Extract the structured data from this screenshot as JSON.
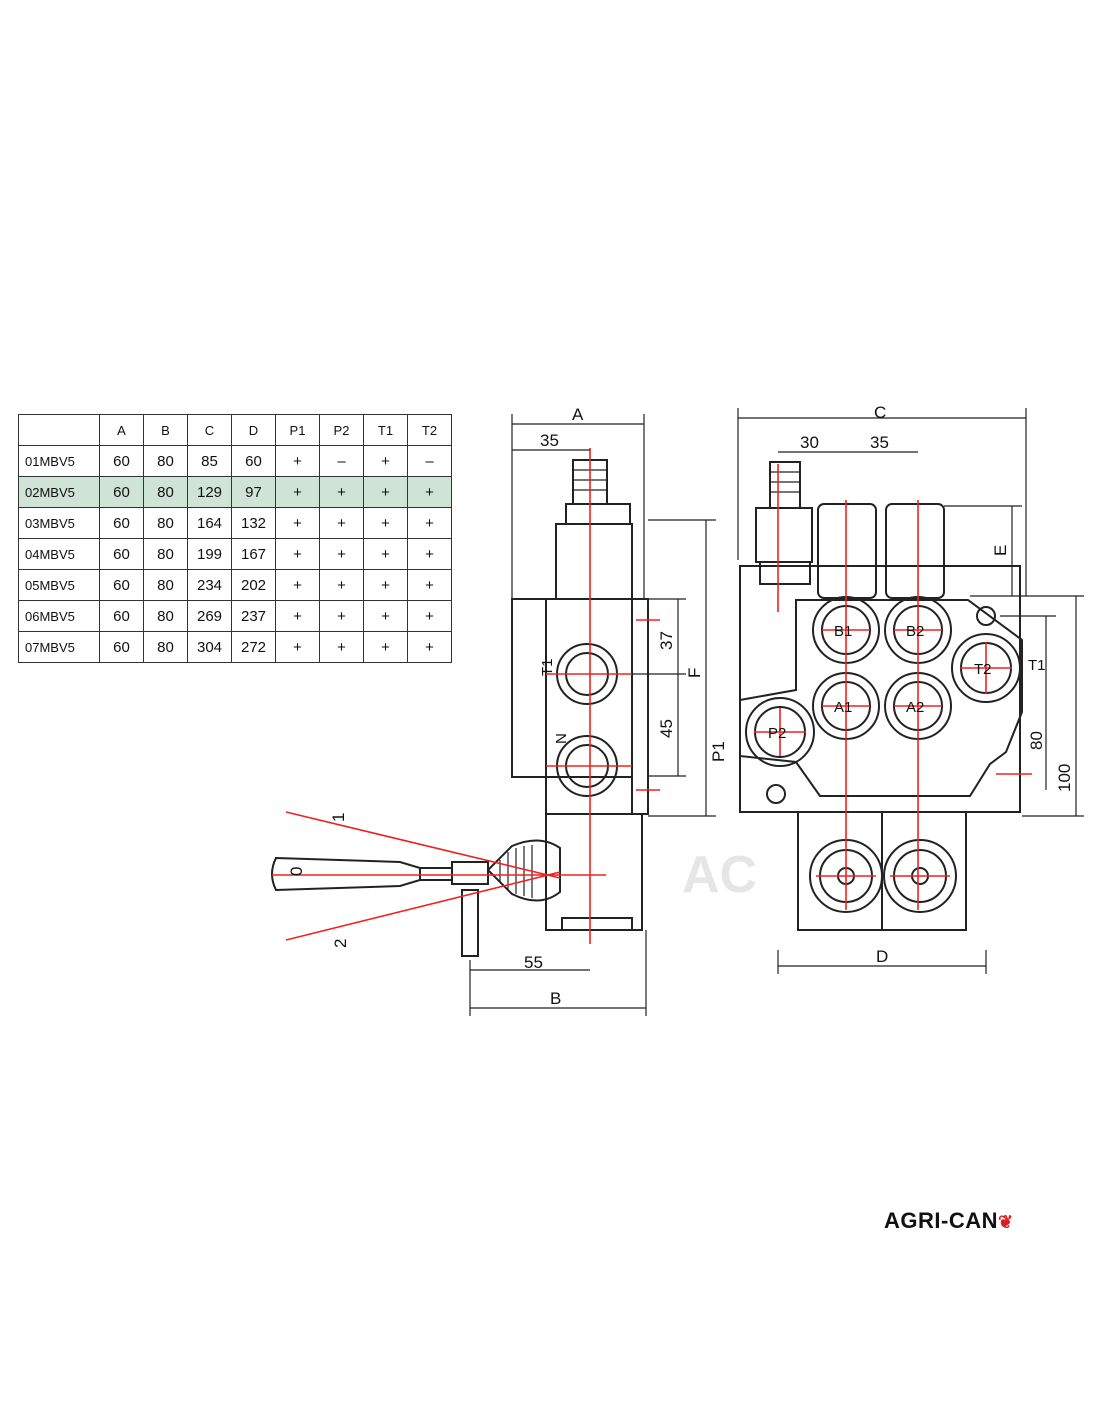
{
  "table": {
    "headers": [
      "",
      "A",
      "B",
      "C",
      "D",
      "P1",
      "P2",
      "T1",
      "T2"
    ],
    "rows": [
      {
        "model": "01MBV5",
        "A": "60",
        "B": "80",
        "C": "85",
        "D": "60",
        "P1": "+",
        "P2": "–",
        "T1": "+",
        "T2": "–"
      },
      {
        "model": "02MBV5",
        "A": "60",
        "B": "80",
        "C": "129",
        "D": "97",
        "P1": "+",
        "P2": "+",
        "T1": "+",
        "T2": "+"
      },
      {
        "model": "03MBV5",
        "A": "60",
        "B": "80",
        "C": "164",
        "D": "132",
        "P1": "+",
        "P2": "+",
        "T1": "+",
        "T2": "+"
      },
      {
        "model": "04MBV5",
        "A": "60",
        "B": "80",
        "C": "199",
        "D": "167",
        "P1": "+",
        "P2": "+",
        "T1": "+",
        "T2": "+"
      },
      {
        "model": "05MBV5",
        "A": "60",
        "B": "80",
        "C": "234",
        "D": "202",
        "P1": "+",
        "P2": "+",
        "T1": "+",
        "T2": "+"
      },
      {
        "model": "06MBV5",
        "A": "60",
        "B": "80",
        "C": "269",
        "D": "237",
        "P1": "+",
        "P2": "+",
        "T1": "+",
        "T2": "+"
      },
      {
        "model": "07MBV5",
        "A": "60",
        "B": "80",
        "C": "304",
        "D": "272",
        "P1": "+",
        "P2": "+",
        "T1": "+",
        "T2": "+"
      }
    ],
    "highlight_model": "02MBV5",
    "highlight_color": "#cfe4d6"
  },
  "side_view": {
    "dim_A": "A",
    "dim_35": "35",
    "dim_37": "37",
    "dim_45": "45",
    "dim_F": "F",
    "dim_55": "55",
    "dim_B": "B",
    "port_T1": "T1",
    "port_N": "N",
    "port_P1": "P1",
    "handle_marker": "0",
    "position_1": "1",
    "position_2": "2"
  },
  "front_view": {
    "dim_C": "C",
    "dim_30": "30",
    "dim_35": "35",
    "dim_E": "E",
    "dim_80": "80",
    "dim_100": "100",
    "dim_D": "D",
    "port_B1": "B1",
    "port_B2": "B2",
    "port_A1": "A1",
    "port_A2": "A2",
    "port_P2": "P2",
    "port_T2": "T2",
    "port_T1": "T1"
  },
  "watermark": "AC",
  "logo": {
    "text_left": "AGRI-CAN",
    "leaf": "❦",
    "accent_color": "#d6201f"
  }
}
